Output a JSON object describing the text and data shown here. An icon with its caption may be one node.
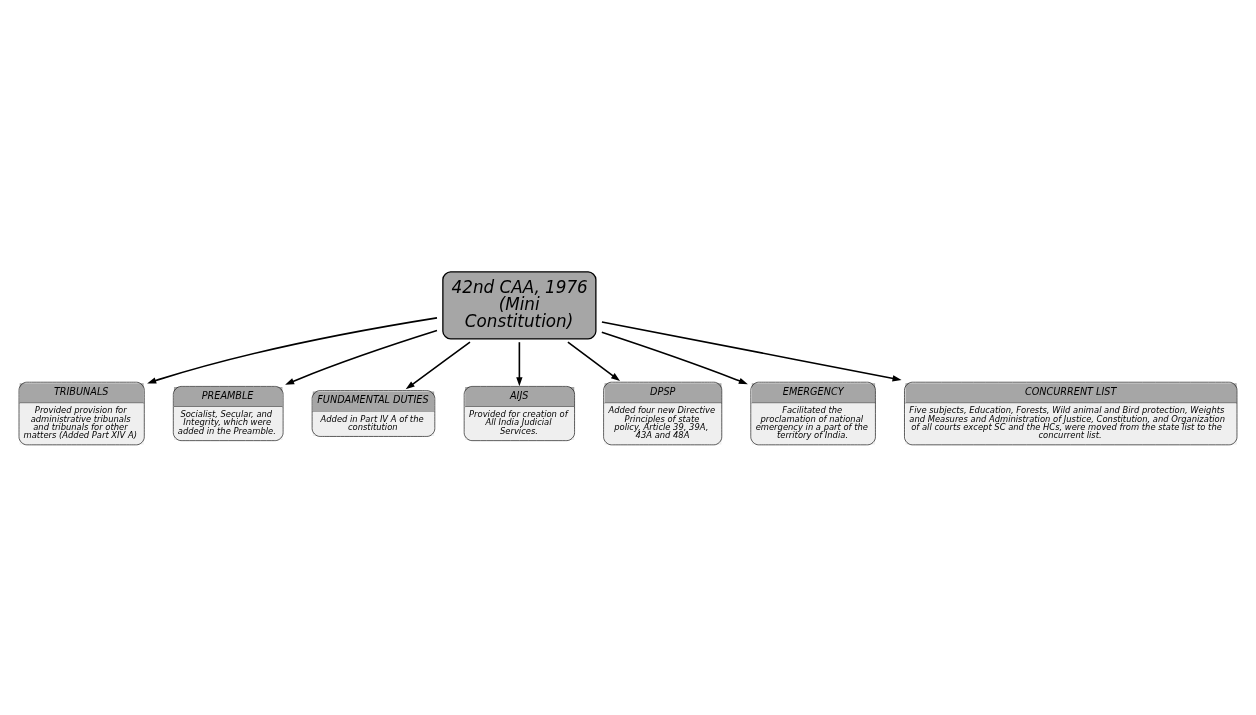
{
  "diagram": {
    "nodes": [
      {
        "text": [
          "42nd CAA, 1976 (Mini Constitution)"
        ]
      },
      {
        "text": [
          "TRIBUNALS",
          "Provided provision for administrative tribunals and tribunals for other matters (Added Part XIV A)"
        ]
      },
      {
        "text": [
          "PREAMBLE",
          "Socialist, Secular, and Integrity, which were added in the Preamble."
        ]
      },
      {
        "text": [
          "FUNDAMENTAL DUTIES",
          "Added in Part IV A of the constitution"
        ]
      },
      {
        "text": [
          "AIJS",
          "Provided for creation of All India Judicial Services."
        ]
      },
      {
        "text": [
          "DPSP",
          "Added four new Directive Principles of state policy, Article 39, 39A, 43A and 48A"
        ]
      },
      {
        "text": [
          "EMERGENCY",
          "Facilitated the proclamation of national emergency in a part of the territory of India."
        ]
      },
      {
        "text": [
          "CONCURRENT LIST",
          "Five subjects, Education, Forests, Wild animal and Bird protection, Weights and Measures and Administration of Justice, Constitution, and Organization of all courts except SC and the HCs, were moved from the state list to the concurrent list."
        ]
      }
    ],
    "edges": [
      {
        "from": 0,
        "to": 1,
        "arrow": "to"
      },
      {
        "from": 0,
        "to": 2,
        "arrow": "to"
      },
      {
        "from": 0,
        "to": 3,
        "arrow": "to"
      },
      {
        "from": 0,
        "to": 4,
        "arrow": "to"
      },
      {
        "from": 0,
        "to": 5,
        "arrow": "to"
      },
      {
        "from": 0,
        "to": 6,
        "arrow": "to"
      },
      {
        "from": 0,
        "to": 7,
        "arrow": "to"
      }
    ]
  }
}
